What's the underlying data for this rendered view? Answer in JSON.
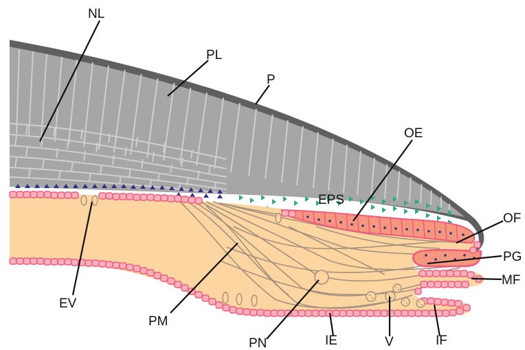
{
  "labels": {
    "NL": "NL",
    "PL": "PL",
    "P": "P",
    "OE": "OE",
    "EPS": "EPS",
    "OF": "OF",
    "PG": "PG",
    "MF": "MF",
    "IF": "IF",
    "V": "V",
    "IE": "IE",
    "PN": "PN",
    "PM": "PM",
    "EV": "EV"
  },
  "colors": {
    "shell_dark": "#5f5f5f",
    "prism_fill": "#a6a6a6",
    "prism_line": "#cfcfcf",
    "mantle": "#fcd5a0",
    "epithelium": "#f4587a",
    "epithelium_fill": "#fbb1bc",
    "nucleus": "#2e2e82",
    "outer_epithelium": "#f3977f",
    "muscle": "#a4907e",
    "secretion_green": "#2bab84",
    "secretion_blue": "#2e2e82"
  }
}
